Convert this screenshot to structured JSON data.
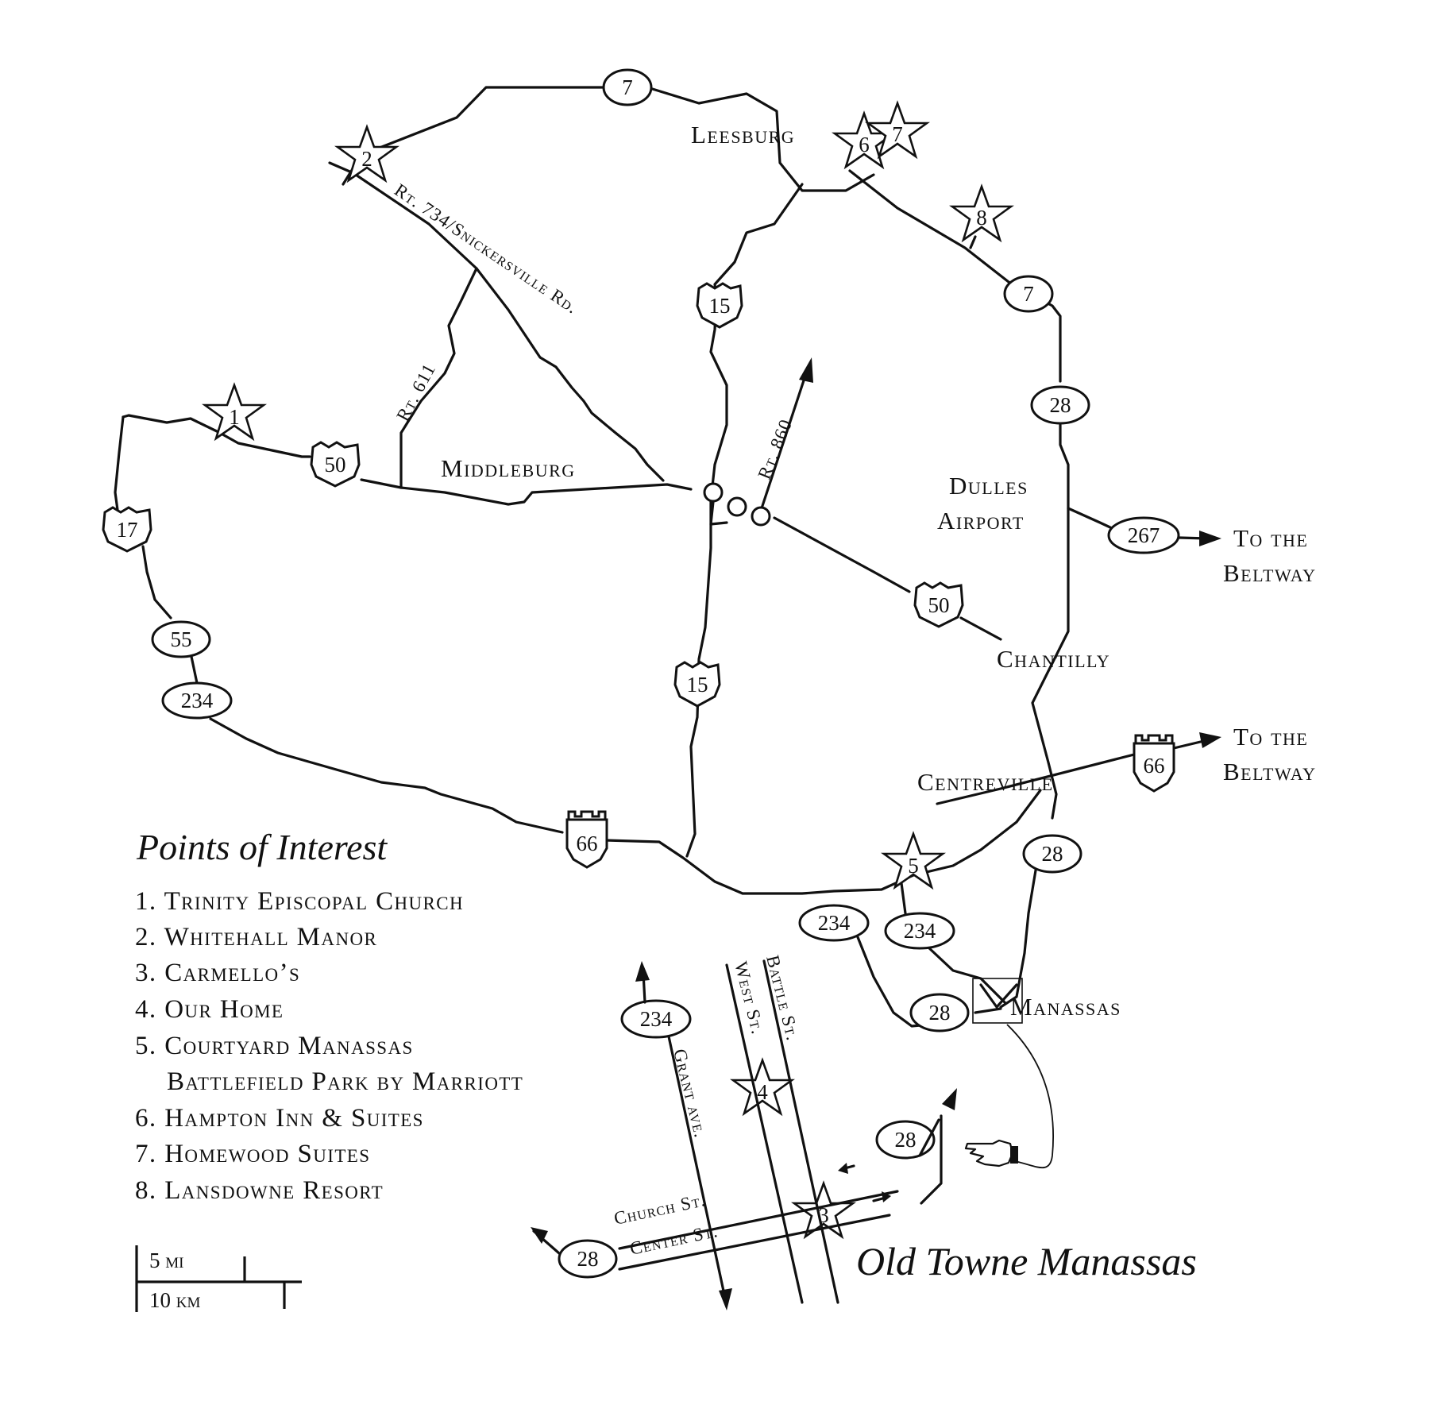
{
  "places": {
    "leesburg": "Leesburg",
    "middleburg": "Middleburg",
    "dulles_line1": "Dulles",
    "dulles_line2": "Airport",
    "chantilly": "Chantilly",
    "centreville": "Centreville",
    "manassas": "Manassas",
    "beltway1_line1": "To the",
    "beltway1_line2": "Beltway",
    "beltway2_line1": "To the",
    "beltway2_line2": "Beltway"
  },
  "road_labels": {
    "rt734": "Rt. 734/Snickersville Rd.",
    "rt611": "Rt. 611",
    "rt860": "Rt. 860",
    "grant": "Grant ave.",
    "west": "West St.",
    "battle": "Battle St.",
    "church": "Church St.",
    "center": "Center St."
  },
  "route_markers": {
    "r7_top": "7",
    "r7_east": "7",
    "r15_north": "15",
    "r15_south": "15",
    "r50_west": "50",
    "r50_east": "50",
    "r17": "17",
    "r55": "55",
    "r234_west": "234",
    "r28_north": "28",
    "r267": "267",
    "r66_east": "66",
    "r66_west": "66",
    "r28_mid": "28",
    "r234_a": "234",
    "r234_b": "234",
    "r28_manassas": "28",
    "r234_inset": "234",
    "r28_inset_top": "28",
    "r28_inset_bottom": "28"
  },
  "stars": {
    "s1": "1",
    "s2": "2",
    "s3": "3",
    "s4": "4",
    "s5": "5",
    "s6": "6",
    "s7": "7",
    "s8": "8"
  },
  "legend": {
    "title": "Points of Interest",
    "items": [
      "1. Trinity Episcopal Church",
      "2. Whitehall Manor",
      "3. Carmello’s",
      "4. Our Home",
      "5. Courtyard Manassas",
      "Battlefield Park by Marriott",
      "6. Hampton Inn & Suites",
      "7. Homewood Suites",
      "8. Lansdowne Resort"
    ]
  },
  "scale": {
    "miles": "5 mi",
    "kilometers": "10 km"
  },
  "inset_title": "Old Towne Manassas"
}
